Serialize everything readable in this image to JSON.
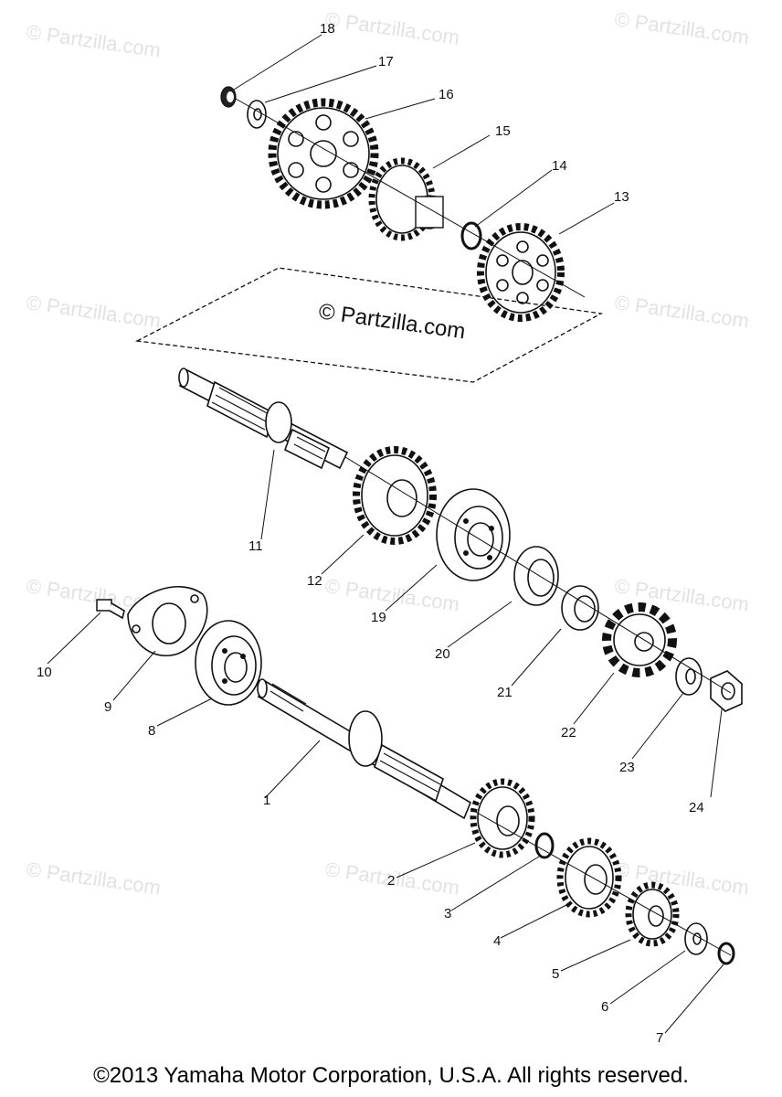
{
  "diagram": {
    "watermark": "© Partzilla.com",
    "center_watermark": "© Partzilla.com",
    "callouts": [
      "1",
      "2",
      "3",
      "4",
      "5",
      "6",
      "7",
      "8",
      "9",
      "10",
      "11",
      "12",
      "13",
      "14",
      "15",
      "16",
      "17",
      "18",
      "19",
      "20",
      "21",
      "22",
      "23",
      "24"
    ]
  },
  "footer": {
    "copyright": "©2013 Yamaha Motor Corporation, U.S.A. All rights reserved."
  }
}
